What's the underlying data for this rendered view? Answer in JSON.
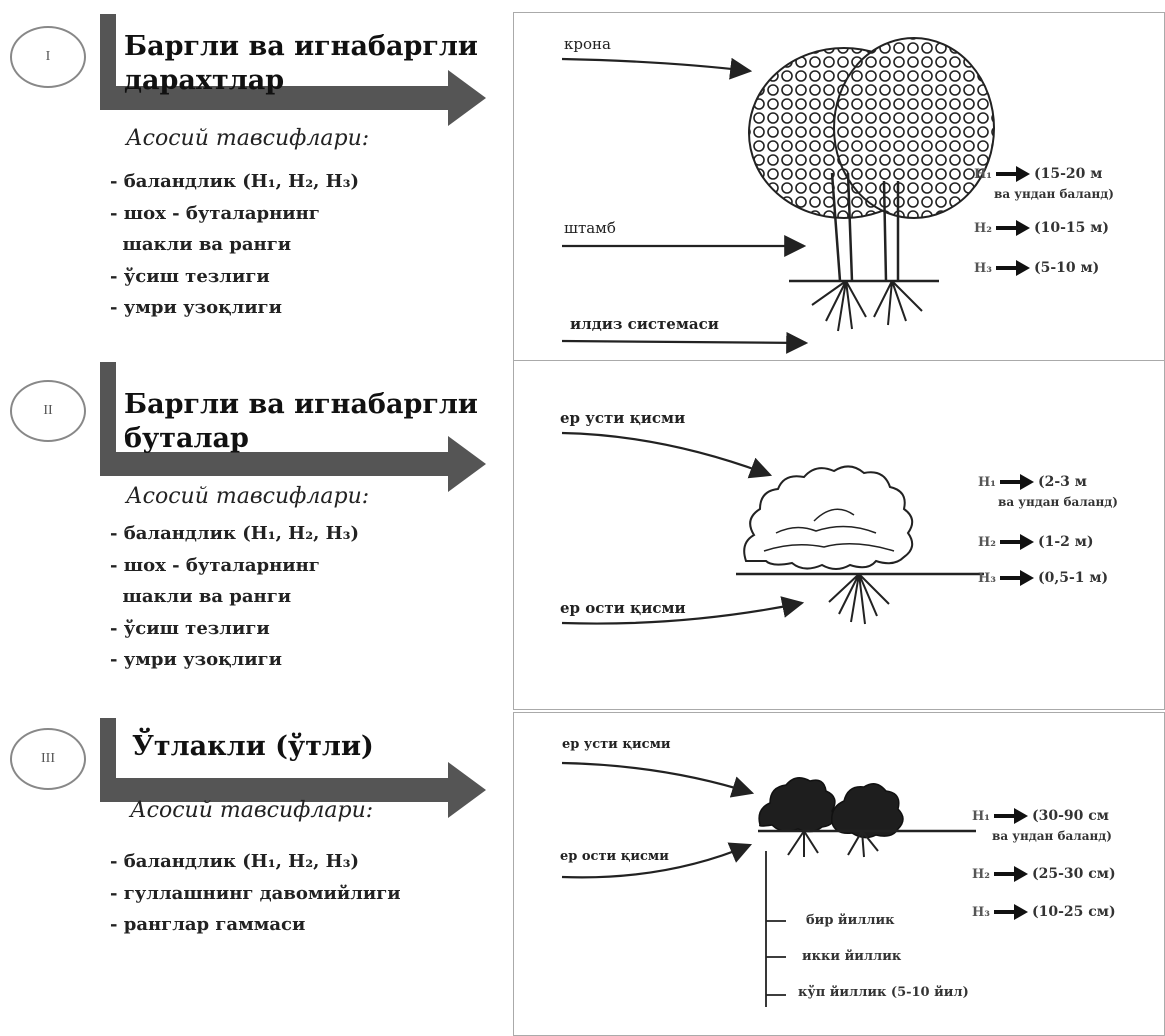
{
  "categories": [
    {
      "numeral": "I",
      "title_line1": "Баргли ва игнабаргли",
      "title_line2": "дарахтлар",
      "subhead": "Асосий тавсифлари:",
      "features": [
        "- баландлик (H₁, H₂, H₃)",
        "- шох - буталарнинг",
        "  шакли ва ранги",
        "- ўсиш тезлиги",
        "- умри узоқлиги"
      ]
    },
    {
      "numeral": "II",
      "title_line1": "Баргли ва игнабаргли",
      "title_line2": "буталар",
      "subhead": "Асосий тавсифлари:",
      "features": [
        "- баландлик (H₁, H₂, H₃)",
        "- шох - буталарнинг",
        "  шакли ва ранги",
        "- ўсиш тезлиги",
        "- умри узоқлиги"
      ]
    },
    {
      "numeral": "III",
      "title_line1": "Ўтлакли (ўтли)",
      "title_line2": "",
      "subhead": "Асосий тавсифлари:",
      "features": [
        "- баландлик (H₁, H₂, H₃)",
        "- гуллашнинг давомийлиги",
        "- ранглар гаммаси"
      ]
    }
  ],
  "panel_trees": {
    "labels": {
      "crown": "крона",
      "trunk": "штамб",
      "roots": "илдиз системаси"
    },
    "heights": [
      {
        "h": "H₁",
        "value": "(15-20 м",
        "extra": "ва ундан баланд)"
      },
      {
        "h": "H₂",
        "value": "(10-15 м)",
        "extra": ""
      },
      {
        "h": "H₃",
        "value": "(5-10 м)",
        "extra": ""
      }
    ]
  },
  "panel_shrubs": {
    "labels": {
      "above": "ер усти қисми",
      "below": "ер ости қисми"
    },
    "heights": [
      {
        "h": "H₁",
        "value": "(2-3 м",
        "extra": "ва ундан баланд)"
      },
      {
        "h": "H₂",
        "value": "(1-2 м)",
        "extra": ""
      },
      {
        "h": "H₃",
        "value": "(0,5-1 м)",
        "extra": ""
      }
    ]
  },
  "panel_herbs": {
    "labels": {
      "above": "ер усти қисми",
      "below": "ер ости қисми"
    },
    "heights": [
      {
        "h": "H₁",
        "value": "(30-90 см",
        "extra": "ва ундан баланд)"
      },
      {
        "h": "H₂",
        "value": "(25-30 см)",
        "extra": ""
      },
      {
        "h": "H₃",
        "value": "(10-25 см)",
        "extra": ""
      }
    ],
    "lifespans": [
      "бир йиллик",
      "икки йиллик",
      "кўп йиллик  (5-10 йил)"
    ]
  },
  "colors": {
    "arrow": "#555555",
    "foliage": "#222222",
    "panel_border": "#aaaaaa"
  }
}
